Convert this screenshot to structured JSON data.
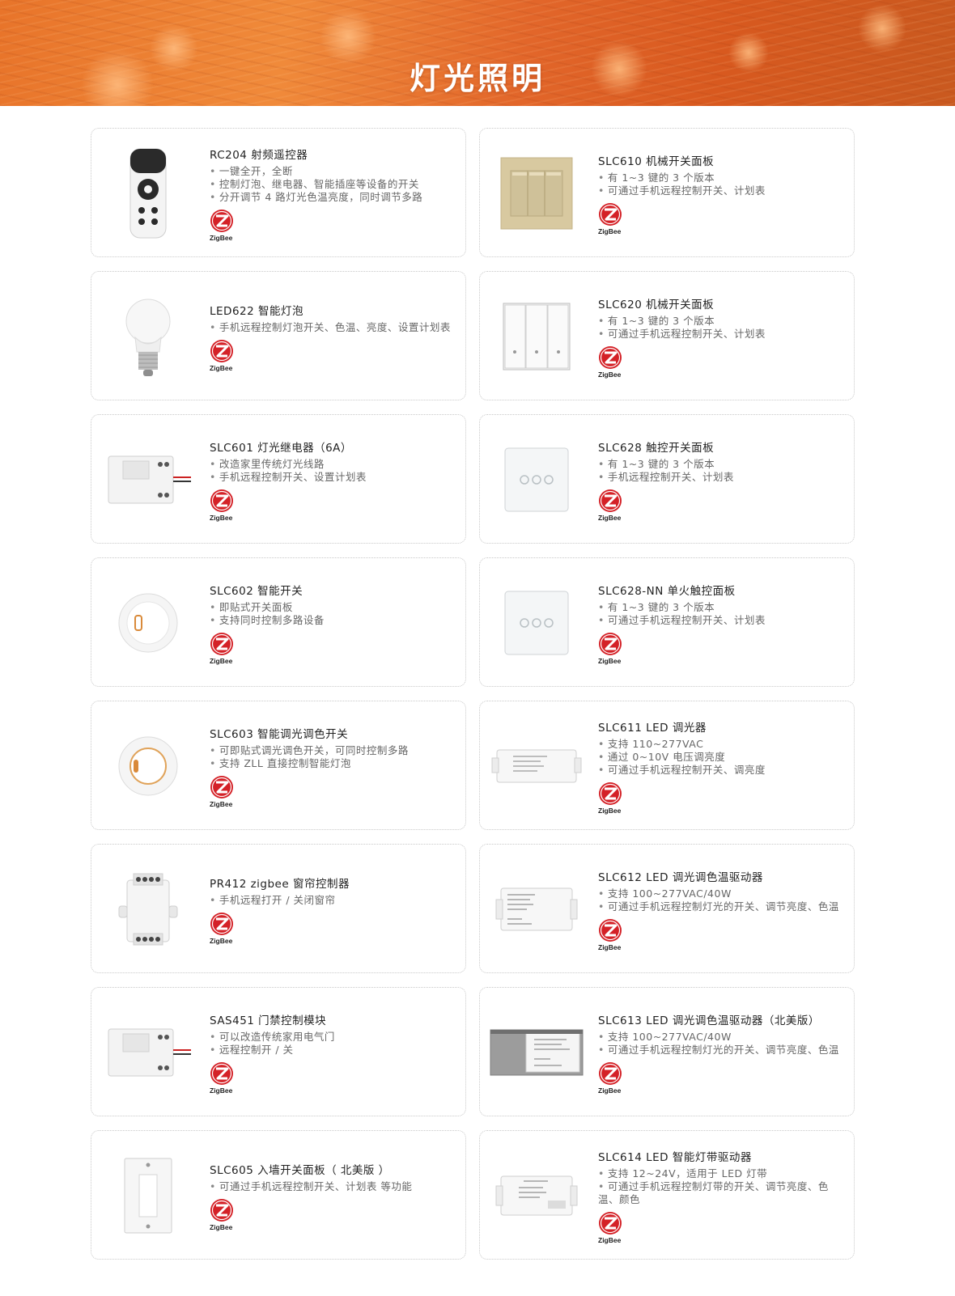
{
  "header": {
    "title": "灯光照明"
  },
  "colors": {
    "accent": "#e8742a",
    "zigbee_red": "#d42127",
    "card_border": "#c9c9c9"
  },
  "zigbee_label": "ZigBee",
  "products_left": [
    {
      "title": "RC204 射频遥控器",
      "bullets": [
        "一键全开，全断",
        "控制灯泡、继电器、智能插座等设备的开关",
        "分开调节 4 路灯光色温亮度，同时调节多路"
      ],
      "icon": "remote-control-icon"
    },
    {
      "title": "LED622 智能灯泡",
      "bullets": [
        "手机远程控制灯泡开关、色温、亮度、设置计划表"
      ],
      "icon": "light-bulb-icon"
    },
    {
      "title": "SLC601 灯光继电器（6A）",
      "bullets": [
        "改造家里传统灯光线路",
        "手机远程控制开关、设置计划表"
      ],
      "icon": "relay-module-icon"
    },
    {
      "title": "SLC602 智能开关",
      "bullets": [
        "即贴式开关面板",
        "支持同时控制多路设备"
      ],
      "icon": "round-switch-icon"
    },
    {
      "title": "SLC603 智能调光调色开关",
      "bullets": [
        "可即贴式调光调色开关，可同时控制多路",
        "支持 ZLL 直接控制智能灯泡"
      ],
      "icon": "dimmer-switch-icon"
    },
    {
      "title": "PR412  zigbee 窗帘控制器",
      "bullets": [
        "手机远程打开 / 关闭窗帘"
      ],
      "icon": "curtain-controller-icon"
    },
    {
      "title": "SAS451 门禁控制模块",
      "bullets": [
        "可以改造传统家用电气门",
        "远程控制开 / 关"
      ],
      "icon": "access-module-icon"
    },
    {
      "title": "SLC605 入墙开关面板（ 北美版 ）",
      "bullets": [
        "可通过手机远程控制开关、计划表 等功能"
      ],
      "icon": "wall-switch-icon"
    }
  ],
  "products_right": [
    {
      "title": "SLC610 机械开关面板",
      "bullets": [
        "有 1~3 键的 3 个版本",
        "可通过手机远程控制开关、计划表"
      ],
      "icon": "gold-panel-icon"
    },
    {
      "title": "SLC620 机械开关面板",
      "bullets": [
        "有 1~3 键的 3 个版本",
        "可通过手机远程控制开关、计划表"
      ],
      "icon": "white-panel-icon"
    },
    {
      "title": "SLC628  触控开关面板",
      "bullets": [
        "有 1~3 键的 3 个版本",
        "手机远程控制开关、计划表"
      ],
      "icon": "touch-panel-icon"
    },
    {
      "title": "SLC628-NN 单火触控面板",
      "bullets": [
        "有 1~3 键的 3 个版本",
        "可通过手机远程控制开关、计划表"
      ],
      "icon": "touch-panel-nn-icon"
    },
    {
      "title": "SLC611 LED 调光器",
      "bullets": [
        "支持 110~277VAC",
        "通过 0~10V 电压调亮度",
        "可通过手机远程控制开关、调亮度"
      ],
      "icon": "led-dimmer-icon"
    },
    {
      "title": "SLC612 LED 调光调色温驱动器",
      "bullets": [
        "支持 100~277VAC/40W",
        "可通过手机远程控制灯光的开关、调节亮度、色温"
      ],
      "icon": "led-driver-icon"
    },
    {
      "title": "SLC613 LED 调光调色温驱动器（北美版）",
      "bullets": [
        "支持 100~277VAC/40W",
        "可通过手机远程控制灯光的开关、调节亮度、色温"
      ],
      "icon": "led-driver-na-icon"
    },
    {
      "title": "SLC614 LED 智能灯带驱动器",
      "bullets": [
        "支持 12~24V，适用于 LED 灯带",
        "可通过手机远程控制灯带的开关、调节亮度、色温、颜色"
      ],
      "icon": "strip-driver-icon"
    }
  ]
}
